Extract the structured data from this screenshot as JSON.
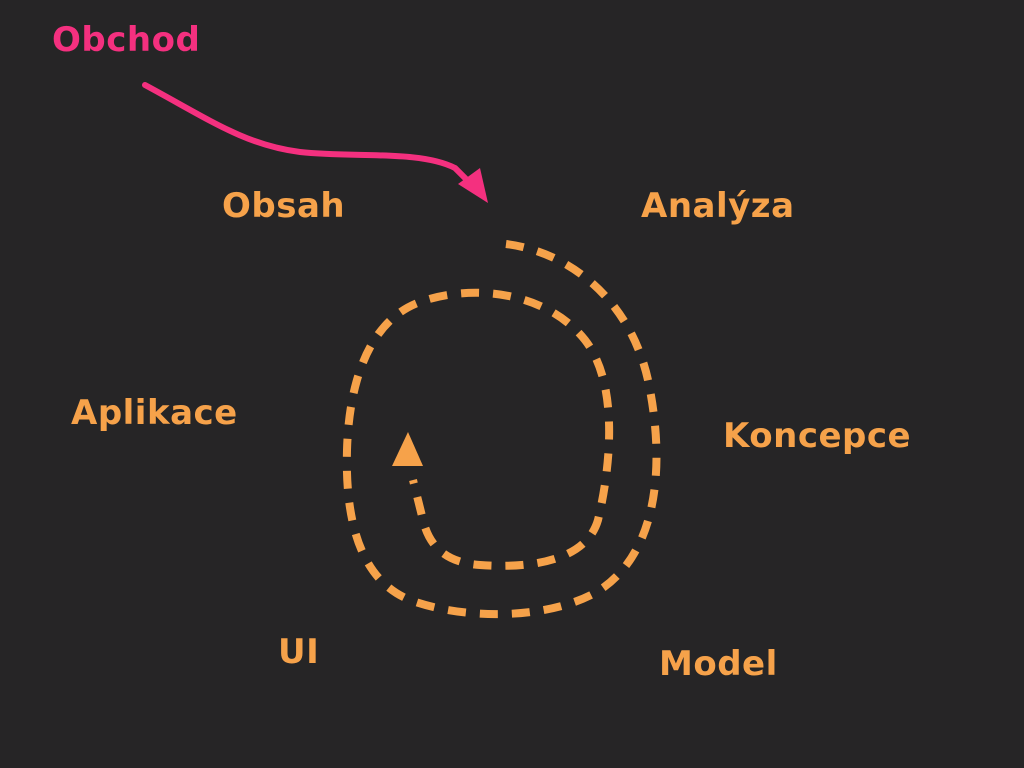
{
  "colors": {
    "background": "#262526",
    "accent_orange": "#F6A24A",
    "accent_pink": "#F4307F"
  },
  "labels": {
    "obchod": "Obchod",
    "obsah": "Obsah",
    "analyza": "Analýza",
    "aplikace": "Aplikace",
    "koncepce": "Koncepce",
    "ui": "UI",
    "model": "Model"
  }
}
